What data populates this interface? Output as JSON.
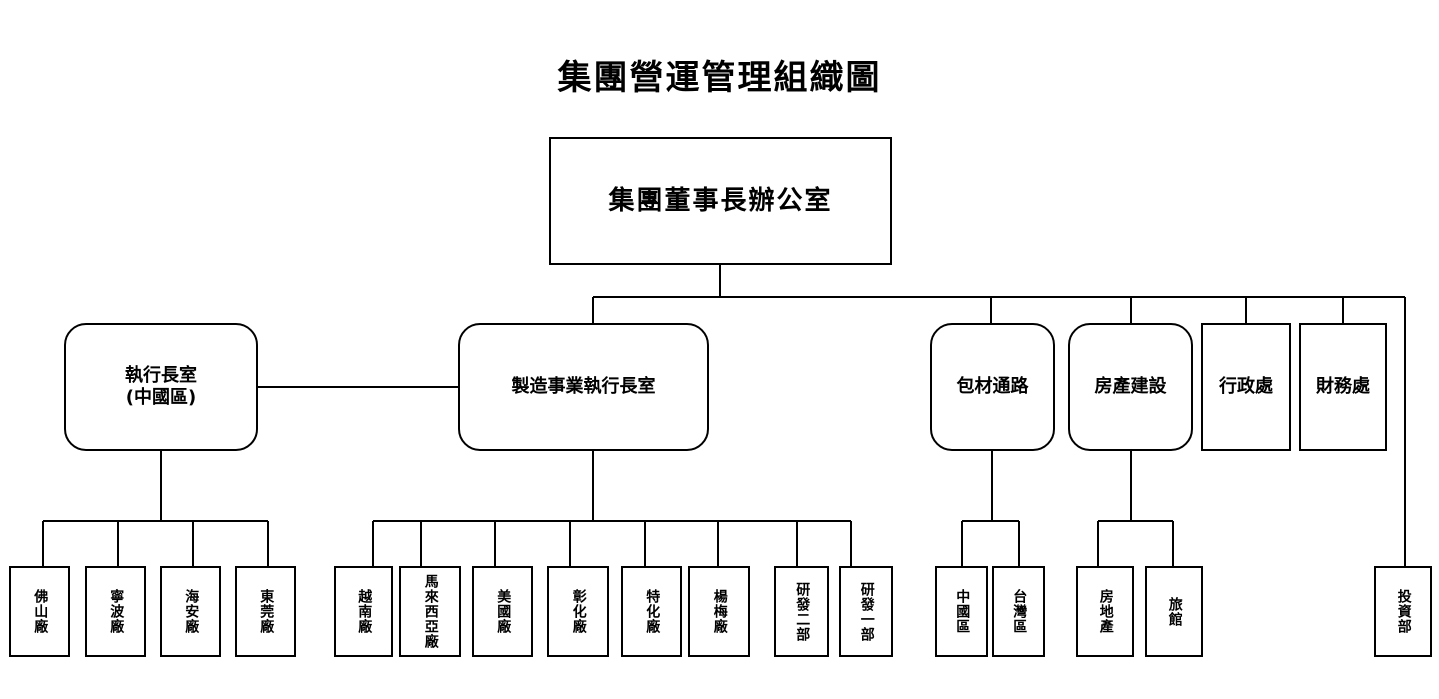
{
  "title": "集團營運管理組織圖",
  "colors": {
    "line": "#000000",
    "background": "#ffffff"
  },
  "root": {
    "label": "集團董事長辦公室"
  },
  "level1": [
    {
      "id": "exec",
      "label": "執行長室\n(中國區)",
      "shape": "rounded"
    },
    {
      "id": "mfg",
      "label": "製造事業執行長室",
      "shape": "rounded"
    },
    {
      "id": "pack",
      "label": "包材通路",
      "shape": "rounded"
    },
    {
      "id": "realty",
      "label": "房產建設",
      "shape": "rounded"
    },
    {
      "id": "admin",
      "label": "行政處",
      "shape": "square"
    },
    {
      "id": "finance",
      "label": "財務處",
      "shape": "square"
    }
  ],
  "leaves": {
    "exec": [
      "佛山廠",
      "寧波廠",
      "海安廠",
      "東莞廠"
    ],
    "mfg": [
      "越南廠",
      "馬來西亞廠",
      "美國廠",
      "彰化廠",
      "特化廠",
      "楊梅廠",
      "研發二部",
      "研發一部"
    ],
    "pack": [
      "中國區",
      "台灣區"
    ],
    "realty": [
      "房地產",
      "旅館"
    ],
    "root": [
      "投資部"
    ]
  }
}
